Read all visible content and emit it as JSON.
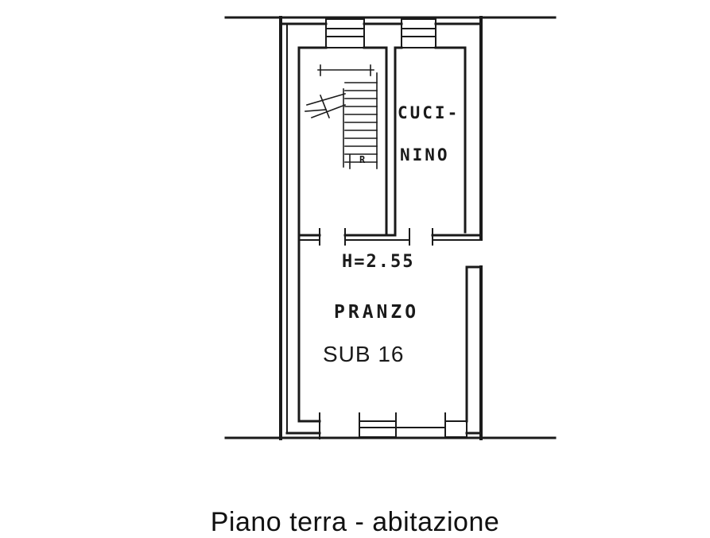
{
  "rooms": {
    "kitchenette_line1": "CUCI-",
    "kitchenette_line2": "NINO",
    "height": "H=2.55",
    "dining": "PRANZO",
    "unit": "SUB 16"
  },
  "stairs_mark": "R",
  "caption": "Piano terra - abitazione"
}
